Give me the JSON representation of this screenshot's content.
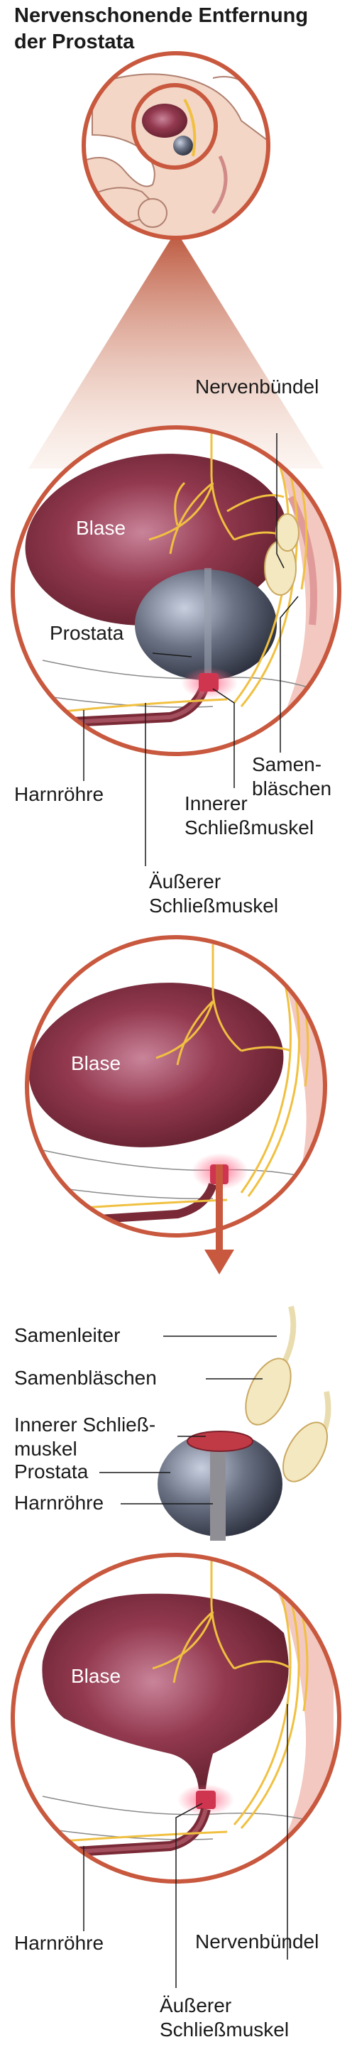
{
  "title": "Nervenschonende Entfernung\nder Prostata",
  "panel1": {
    "blase": "Blase",
    "prostata": "Prostata",
    "nervenbuendel": "Nervenbündel",
    "samenblaeschen": "Samen-\nbläschen",
    "harnroehre": "Harnröhre",
    "innerer": "Innerer\nSchließmuskel",
    "aeusserer": "Äußerer\nSchließmuskel"
  },
  "panel2": {
    "blase": "Blase"
  },
  "removed": {
    "samenleiter": "Samenleiter",
    "samenblaeschen": "Samenbläschen",
    "innerer": "Innerer Schließ-\nmuskel",
    "prostata": "Prostata",
    "harnroehre": "Harnröhre"
  },
  "panel3": {
    "blase": "Blase",
    "harnroehre": "Harnröhre",
    "nervenbuendel": "Nervenbündel",
    "aeusserer": "Äußerer\nSchließmuskel"
  },
  "colors": {
    "ring": "#c8583e",
    "bladder": "#7a2a36",
    "prostate": "#5e6472",
    "nerve": "#f0c040",
    "skin": "#f3d6c6",
    "red_muscle": "#e0405a"
  }
}
